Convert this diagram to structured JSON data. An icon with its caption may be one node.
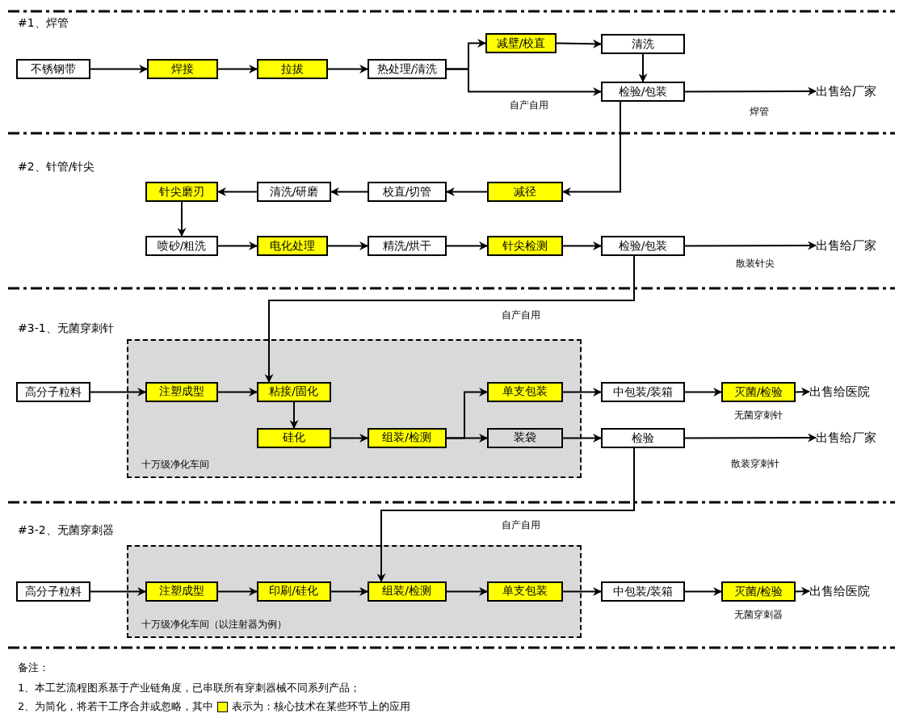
{
  "diagram": {
    "nodes": [
      {
        "text": [
          "不锈钢带"
        ]
      },
      {
        "text": [
          "焊接"
        ]
      },
      {
        "text": [
          "拉拔"
        ]
      },
      {
        "text": [
          "热处理/清洗"
        ]
      },
      {
        "text": [
          "减壁/校直"
        ]
      },
      {
        "text": [
          "清洗"
        ]
      },
      {
        "text": [
          "检验/包装"
        ]
      },
      {
        "text": [
          "出售给厂家"
        ]
      },
      {
        "text": [
          "减径"
        ]
      },
      {
        "text": [
          "校直/切管"
        ]
      },
      {
        "text": [
          "清洗/研磨"
        ]
      },
      {
        "text": [
          "针尖磨刃"
        ]
      },
      {
        "text": [
          "喷砂/粗洗"
        ]
      },
      {
        "text": [
          "电化处理"
        ]
      },
      {
        "text": [
          "精洗/烘干"
        ]
      },
      {
        "text": [
          "针尖检测"
        ]
      },
      {
        "text": [
          "检验/包装"
        ]
      },
      {
        "text": [
          "出售给厂家"
        ]
      },
      {
        "text": [
          "十万级净化车间"
        ]
      },
      {
        "text": [
          "高分子粒料"
        ]
      },
      {
        "text": [
          "注塑成型"
        ],
        "in": 18
      },
      {
        "text": [
          "粘接/固化"
        ],
        "in": 18
      },
      {
        "text": [
          "硅化"
        ],
        "in": 18
      },
      {
        "text": [
          "组装/检测"
        ],
        "in": 18
      },
      {
        "text": [
          "单支包装"
        ],
        "in": 18
      },
      {
        "text": [
          "装袋"
        ],
        "in": 18
      },
      {
        "text": [
          "中包装/装箱"
        ]
      },
      {
        "text": [
          "灭菌/检验"
        ],
        "beside": [
          "无菌穿刺针"
        ]
      },
      {
        "text": [
          "出售给医院"
        ]
      },
      {
        "text": [
          "检验"
        ]
      },
      {
        "text": [
          "出售给厂家"
        ]
      },
      {
        "text": [
          "十万级净化车间（以注射器为例）"
        ]
      },
      {
        "text": [
          "高分子粒料"
        ]
      },
      {
        "text": [
          "注塑成型"
        ],
        "in": 31
      },
      {
        "text": [
          "印刷/硅化"
        ],
        "in": 31
      },
      {
        "text": [
          "组装/检测"
        ],
        "in": 31
      },
      {
        "text": [
          "单支包装"
        ],
        "in": 31
      },
      {
        "text": [
          "中包装/装箱"
        ]
      },
      {
        "text": [
          "灭菌/检验"
        ],
        "beside": [
          "无菌穿刺器"
        ]
      },
      {
        "text": [
          "出售给医院"
        ]
      }
    ],
    "edges": [
      {
        "from": 0,
        "to": 1,
        "arrow": "to"
      },
      {
        "from": 1,
        "to": 2,
        "arrow": "to"
      },
      {
        "from": 2,
        "to": 3,
        "arrow": "to"
      },
      {
        "from": 3,
        "to": 4,
        "arrow": "to"
      },
      {
        "from": 3,
        "to": 6,
        "arrow": "to",
        "label": "自产自用"
      },
      {
        "from": 4,
        "to": 5,
        "arrow": "to"
      },
      {
        "from": 5,
        "to": 6,
        "arrow": "to"
      },
      {
        "from": 6,
        "to": 7,
        "arrow": "to",
        "label": "焊管"
      },
      {
        "from": 6,
        "to": 8,
        "arrow": "to"
      },
      {
        "from": 8,
        "to": 9,
        "arrow": "to"
      },
      {
        "from": 9,
        "to": 10,
        "arrow": "to"
      },
      {
        "from": 10,
        "to": 11,
        "arrow": "to"
      },
      {
        "from": 11,
        "to": 12,
        "arrow": "to"
      },
      {
        "from": 12,
        "to": 13,
        "arrow": "to"
      },
      {
        "from": 13,
        "to": 14,
        "arrow": "to"
      },
      {
        "from": 14,
        "to": 15,
        "arrow": "to"
      },
      {
        "from": 15,
        "to": 16,
        "arrow": "to"
      },
      {
        "from": 16,
        "to": 17,
        "arrow": "to",
        "label": "散装针尖"
      },
      {
        "from": 16,
        "to": 21,
        "arrow": "to",
        "label": "自产自用"
      },
      {
        "from": 19,
        "to": 20,
        "arrow": "to"
      },
      {
        "from": 20,
        "to": 21,
        "arrow": "to"
      },
      {
        "from": 21,
        "to": 22,
        "arrow": "to"
      },
      {
        "from": 22,
        "to": 23,
        "arrow": "to"
      },
      {
        "from": 23,
        "to": 24,
        "arrow": "to"
      },
      {
        "from": 23,
        "to": 25,
        "arrow": "to"
      },
      {
        "from": 24,
        "to": 26,
        "arrow": "to"
      },
      {
        "from": 25,
        "to": 29,
        "arrow": "to"
      },
      {
        "from": 26,
        "to": 27,
        "arrow": "to"
      },
      {
        "from": 27,
        "to": 28,
        "arrow": "to"
      },
      {
        "from": 29,
        "to": 30,
        "arrow": "to",
        "label": "散装穿刺针"
      },
      {
        "from": 29,
        "to": 35,
        "arrow": "to",
        "label": "自产自用"
      },
      {
        "from": 32,
        "to": 33,
        "arrow": "to"
      },
      {
        "from": 33,
        "to": 34,
        "arrow": "to"
      },
      {
        "from": 34,
        "to": 35,
        "arrow": "to"
      },
      {
        "from": 35,
        "to": 36,
        "arrow": "to"
      },
      {
        "from": 36,
        "to": 37,
        "arrow": "to"
      },
      {
        "from": 37,
        "to": 38,
        "arrow": "to"
      },
      {
        "from": 38,
        "to": 39,
        "arrow": "to"
      }
    ],
    "labels": [
      "#1、焊管",
      "#2、针管/针尖",
      "#3-1、无菌穿刺针",
      "#3-2、无菌穿刺器",
      "备注：",
      "1、本工艺流程图系基于产业链角度，已串联所有穿刺器械不同系列产品；",
      "2、为简化，将若干工序合并或忽略，其中"
    ],
    "legend": [
      {
        "text": "表示为：核心技术在某些环节上的应用",
        "color": "#ffff00"
      }
    ]
  }
}
